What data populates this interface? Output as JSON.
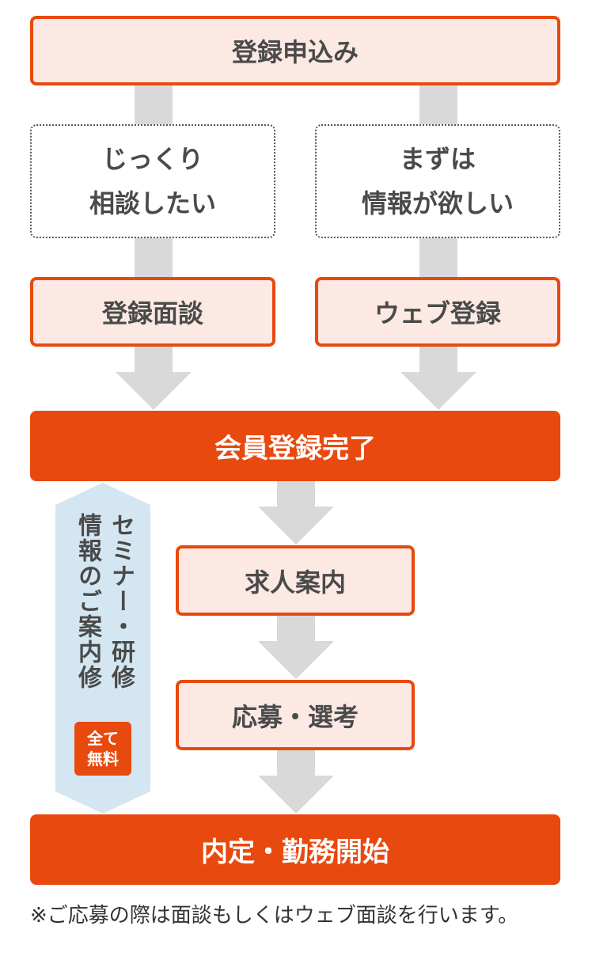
{
  "flow": {
    "apply": "登録申込み",
    "option_left": {
      "line1": "じっくり",
      "line2": "相談したい"
    },
    "option_right": {
      "line1": "まずは",
      "line2": "情報が欲しい"
    },
    "interview": "登録面談",
    "web_register": "ウェブ登録",
    "member_complete": "会員登録完了",
    "job_intro": "求人案内",
    "apply_select": "応募・選考",
    "offer_start": "内定・勤務開始"
  },
  "side": {
    "col_right": "セミナー・研修",
    "col_left": "情報のご案内修",
    "badge": {
      "line1": "全て",
      "line2": "無料"
    }
  },
  "footnote": "※ご応募の際は面談もしくはウェブ面談を行います。",
  "colors": {
    "accent": "#e8490f",
    "light_fill": "#fce9e4",
    "connector": "#d9d9d9",
    "side_panel": "#d3e6f2"
  }
}
